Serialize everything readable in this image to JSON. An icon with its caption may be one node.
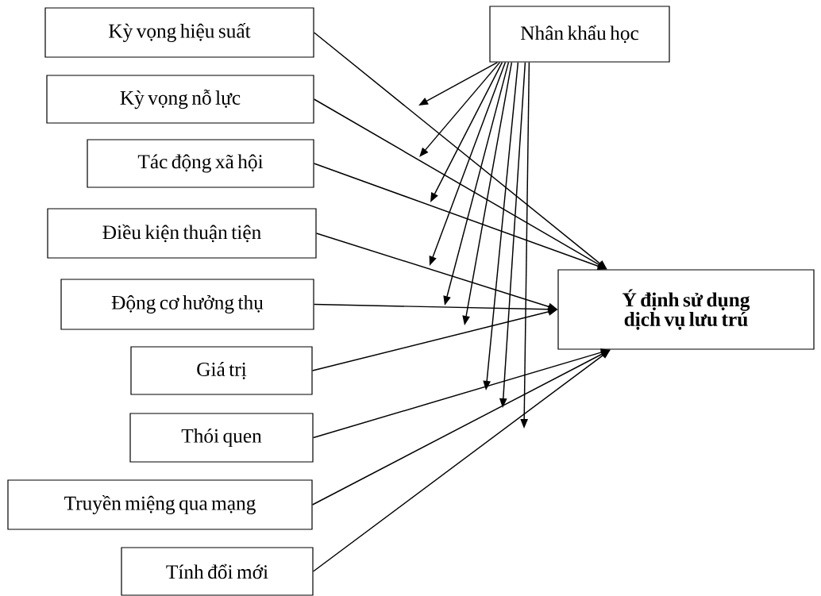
{
  "diagram": {
    "nodes": [
      {
        "text": [
          "Kỳ vọng hiệu suất"
        ]
      },
      {
        "text": [
          "Kỳ vọng nỗ lực"
        ]
      },
      {
        "text": [
          "Tác động xã hội"
        ]
      },
      {
        "text": [
          "Điều kiện thuận tiện"
        ]
      },
      {
        "text": [
          "Động cơ hưởng thụ"
        ]
      },
      {
        "text": [
          "Giá trị"
        ]
      },
      {
        "text": [
          "Thói quen"
        ]
      },
      {
        "text": [
          "Truyền miệng qua mạng"
        ]
      },
      {
        "text": [
          "Tính đổi mới"
        ]
      },
      {
        "text": [
          "Nhân khẩu học"
        ]
      },
      {
        "text": [
          "Ý định sử dụng dịch vụ lưu trú"
        ]
      }
    ],
    "edges": [
      {
        "from": 0,
        "to": 10,
        "arrow": "to"
      },
      {
        "from": 1,
        "to": 10,
        "arrow": "to"
      },
      {
        "from": 2,
        "to": 10,
        "arrow": "to"
      },
      {
        "from": 3,
        "to": 10,
        "arrow": "to"
      },
      {
        "from": 4,
        "to": 10,
        "arrow": "to"
      },
      {
        "from": 5,
        "to": 10,
        "arrow": "to"
      },
      {
        "from": 6,
        "to": 10,
        "arrow": "to"
      },
      {
        "from": 7,
        "to": 10,
        "arrow": "to"
      },
      {
        "from": 8,
        "to": 10,
        "arrow": "to"
      },
      {
        "from": 9,
        "to": null,
        "arrow": "to"
      },
      {
        "from": 9,
        "to": null,
        "arrow": "to"
      },
      {
        "from": 9,
        "to": null,
        "arrow": "to"
      },
      {
        "from": 9,
        "to": null,
        "arrow": "to"
      },
      {
        "from": 9,
        "to": null,
        "arrow": "to"
      },
      {
        "from": 9,
        "to": null,
        "arrow": "to"
      },
      {
        "from": 9,
        "to": null,
        "arrow": "to"
      },
      {
        "from": 9,
        "to": null,
        "arrow": "to"
      },
      {
        "from": 9,
        "to": null,
        "arrow": "to"
      }
    ]
  }
}
